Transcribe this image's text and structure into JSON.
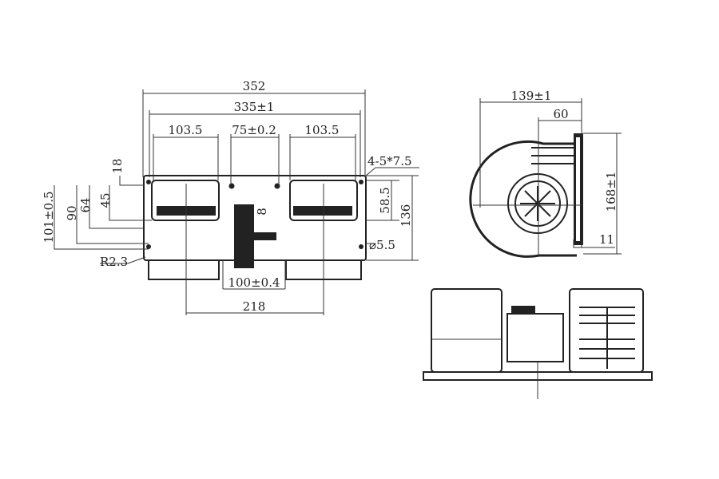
{
  "front_view": {
    "overall_width": "352",
    "mount_width": "335±1",
    "inlet_left_width": "103.5",
    "center_hole_spacing": "75±0.2",
    "inlet_right_width": "103.5",
    "slot_spec": "4-5*7.5",
    "dim_18": "18",
    "dim_45": "45",
    "dim_64": "64",
    "dim_90": "90",
    "dim_101": "101±0.5",
    "corner_radius": "R2.3",
    "bottom_spacing": "100±0.4",
    "inlet_center_spacing": "218",
    "inlet_height": "58.5",
    "overall_height": "136",
    "hole_diameter": "⌀5.5",
    "motor_mark": "8"
  },
  "side_view": {
    "overall_depth": "139±1",
    "dim_60": "60",
    "overall_height": "168±1",
    "flange": "11"
  }
}
